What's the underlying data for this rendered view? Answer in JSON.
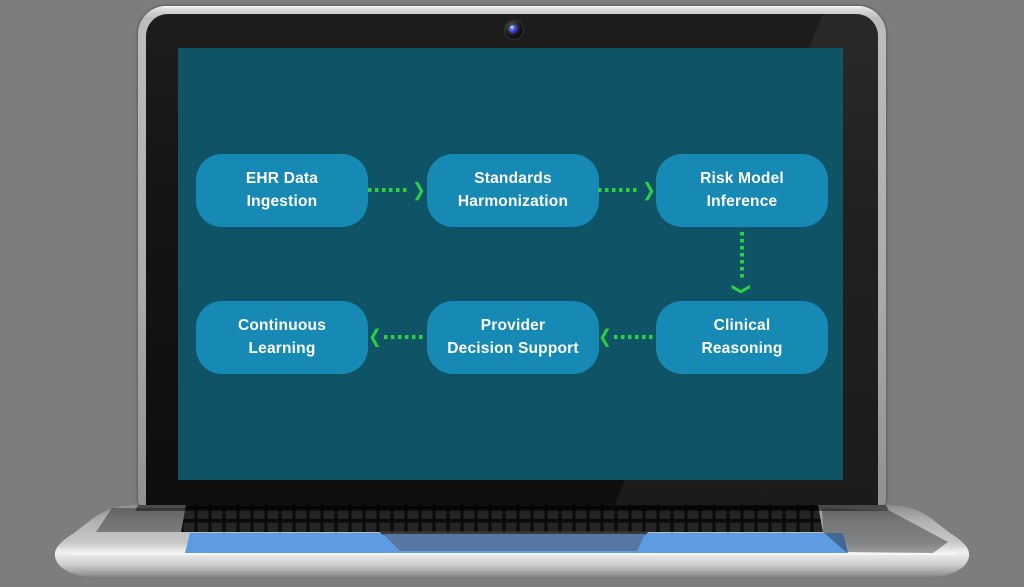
{
  "colors": {
    "page_background": "#7D7D7D",
    "screen_background": "#0E5366",
    "node_fill": "#1789B5",
    "node_text": "#FFFFFF",
    "arrow_green": "#2BD043",
    "deck_reflection_blue": "#5E9CE2",
    "trackpad_steel_blue": "#5878A3"
  },
  "icons": {
    "chevron_right": "❯",
    "chevron_left": "❮",
    "chevron_down": "❯"
  },
  "diagram": {
    "nodes": [
      {
        "id": "ehr-data-ingestion",
        "label": "EHR Data\nIngestion"
      },
      {
        "id": "standards-harmonization",
        "label": "Standards\nHarmonization"
      },
      {
        "id": "risk-model-inference",
        "label": "Risk Model\nInference"
      },
      {
        "id": "continuous-learning",
        "label": "Continuous\nLearning"
      },
      {
        "id": "provider-decision-support",
        "label": "Provider\nDecision Support"
      },
      {
        "id": "clinical-reasoning",
        "label": "Clinical\nReasoning"
      }
    ],
    "edges": [
      {
        "from": "ehr-data-ingestion",
        "to": "standards-harmonization",
        "direction": "right"
      },
      {
        "from": "standards-harmonization",
        "to": "risk-model-inference",
        "direction": "right"
      },
      {
        "from": "risk-model-inference",
        "to": "clinical-reasoning",
        "direction": "down"
      },
      {
        "from": "clinical-reasoning",
        "to": "provider-decision-support",
        "direction": "left"
      },
      {
        "from": "provider-decision-support",
        "to": "continuous-learning",
        "direction": "left"
      }
    ]
  }
}
